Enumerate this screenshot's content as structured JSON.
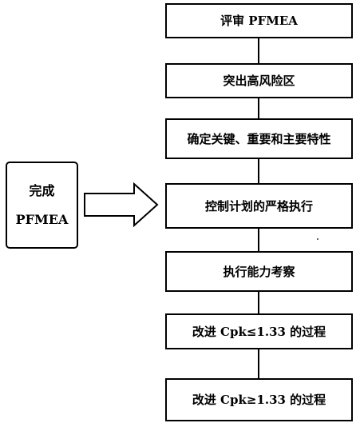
{
  "source": {
    "line1": "完成",
    "line2": "PFMEA"
  },
  "steps": [
    "评审 PFMEA",
    "突出高风险区",
    "确定关键、重要和主要特性",
    "控制计划的严格执行",
    "执行能力考察",
    "改进 Cpk≤1.33 的过程",
    "改进 Cpk≥1.33 的过程"
  ]
}
